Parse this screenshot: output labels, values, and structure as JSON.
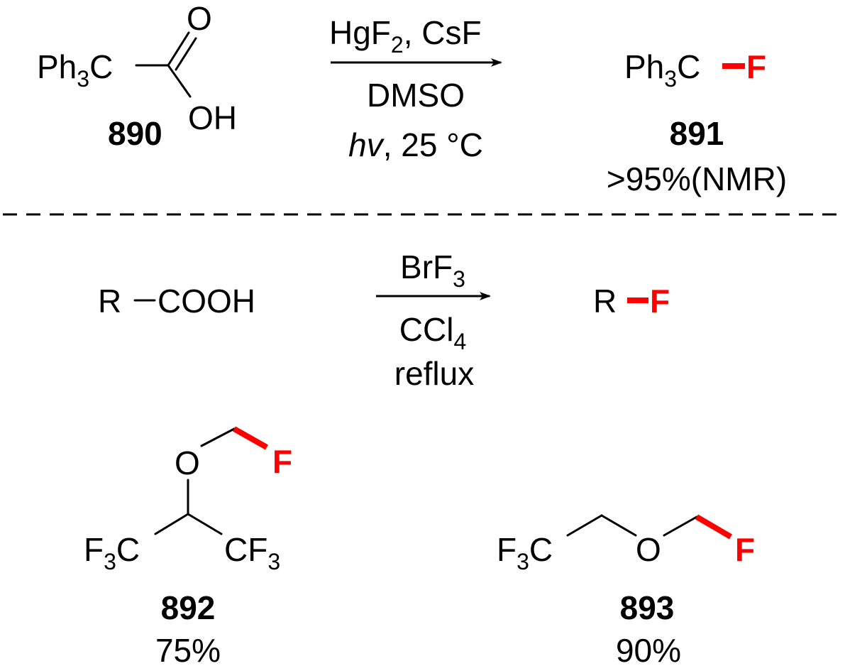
{
  "reaction1": {
    "sm_ph": "Ph",
    "sm_ph_sub": "3",
    "sm_c": "C",
    "sm_o": "O",
    "sm_oh": "OH",
    "sm_label": "890",
    "reagent_top_a": "HgF",
    "reagent_top_sub": "2",
    "reagent_top_b": ", CsF",
    "solvent": "DMSO",
    "condition_hv": "hv",
    "condition_temp": ", 25 °C",
    "product_ph": "Ph",
    "product_ph_sub": "3",
    "product_c": "C",
    "product_f": "F",
    "product_label": "891",
    "product_yield": ">95%(NMR)"
  },
  "reaction2": {
    "sm_r": "R",
    "sm_cooh": "COOH",
    "reagent_a": "BrF",
    "reagent_sub": "3",
    "solvent_a": "CCl",
    "solvent_sub": "4",
    "condition": "reflux",
    "product_r": "R",
    "product_f": "F"
  },
  "compound892": {
    "o": "O",
    "f": "F",
    "left_f": "F",
    "left_sub": "3",
    "left_c": "C",
    "right_cf": "CF",
    "right_sub": "3",
    "label": "892",
    "yield": "75%"
  },
  "compound893": {
    "f3": "F",
    "f3_sub": "3",
    "f3_c": "C",
    "o": "O",
    "f": "F",
    "label": "893",
    "yield": "90%"
  },
  "colors": {
    "highlight": "#ff0000",
    "ink": "#000000"
  }
}
